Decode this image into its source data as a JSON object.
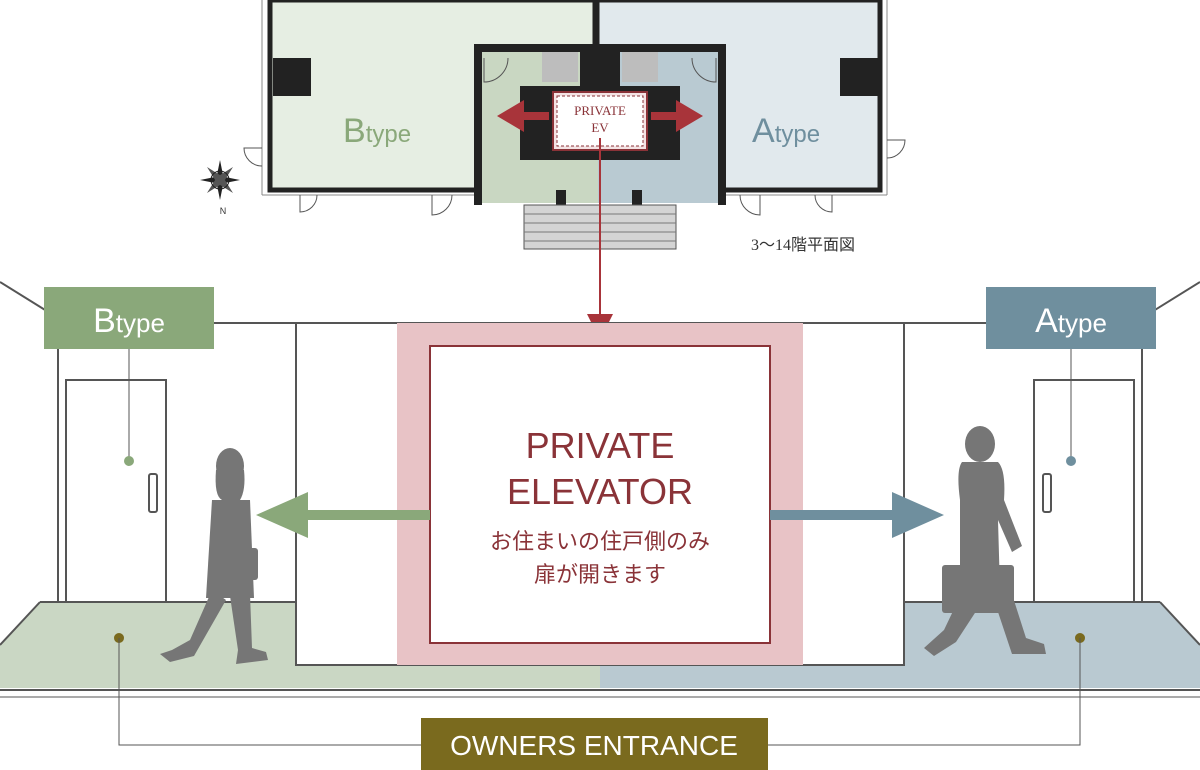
{
  "floorplan": {
    "btype_label_big": "B",
    "btype_label_small": "type",
    "atype_label_big": "A",
    "atype_label_small": "type",
    "ev_label_line1": "PRIVATE",
    "ev_label_line2": "EV",
    "compass_north": "N",
    "caption": "3〜14階平面図"
  },
  "hall": {
    "btype_tag_big": "B",
    "btype_tag_small": "type",
    "atype_tag_big": "A",
    "atype_tag_small": "type",
    "elevator_title_line1": "PRIVATE",
    "elevator_title_line2": "ELEVATOR",
    "elevator_note_line1": "お住まいの住戸側のみ",
    "elevator_note_line2": "扉が開きます",
    "entrance_label": "OWNERS ENTRANCE"
  },
  "colors": {
    "btype": "#8aa87a",
    "atype": "#6f8f9e",
    "elevator": "#8a3338",
    "entrance": "#7a6a1e",
    "figure": "#767676"
  }
}
